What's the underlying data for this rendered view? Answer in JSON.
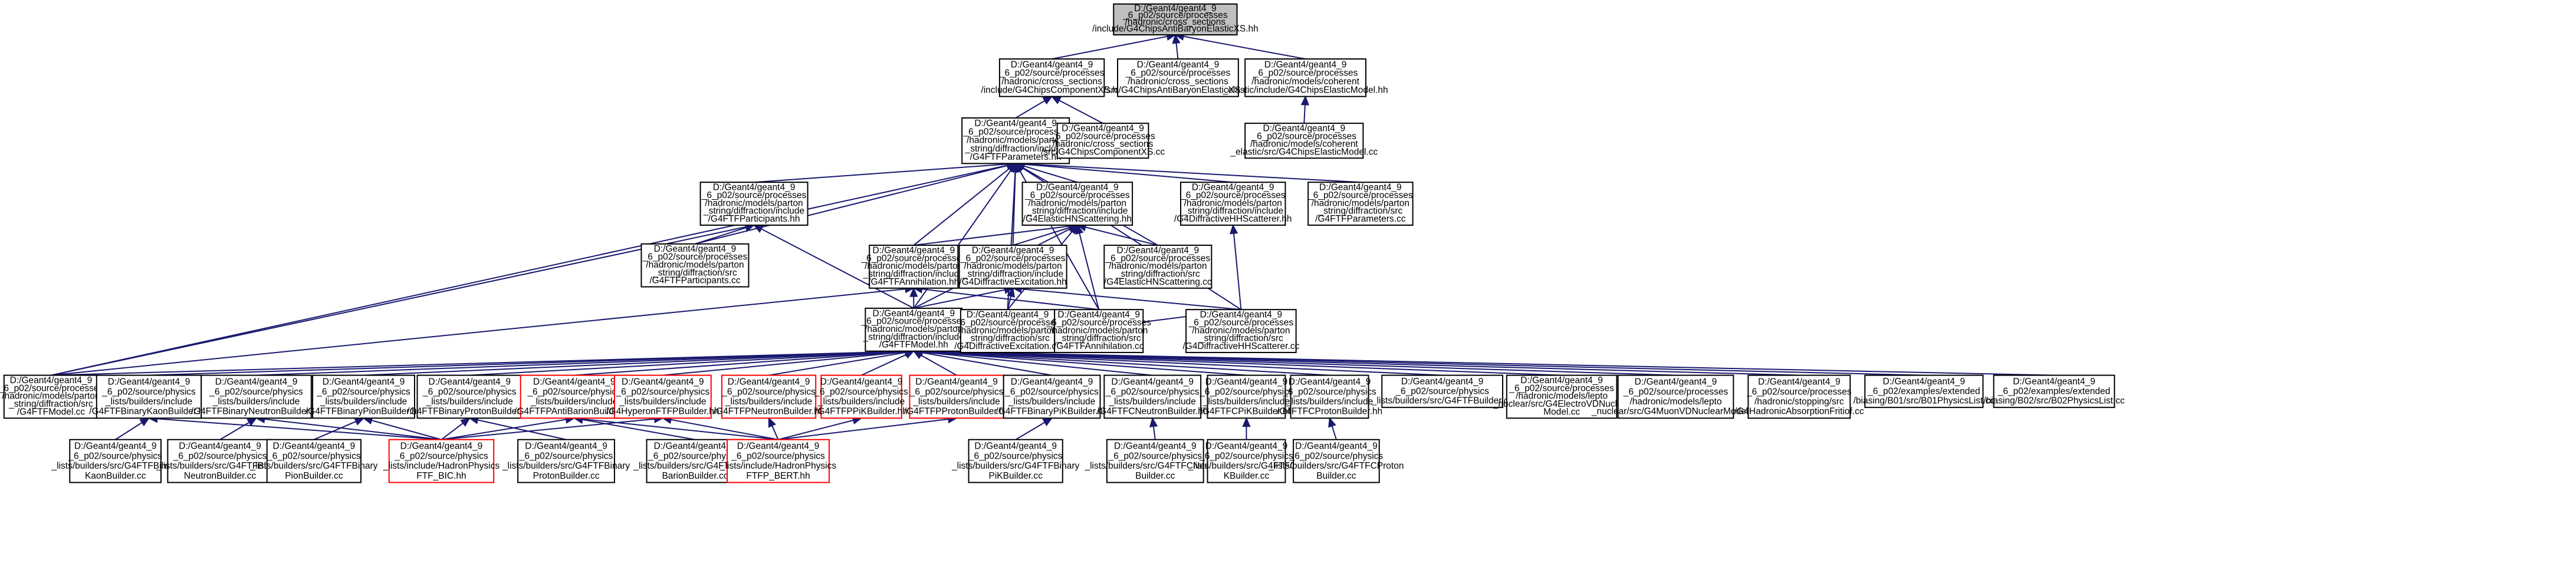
{
  "colors": {
    "edge": "#191970",
    "border_default": "#000000",
    "border_truncated": "#ff0000",
    "fill_default": "#ffffff",
    "fill_root": "#bfbfbf"
  },
  "nodes": [
    {
      "id": "n0",
      "root": true,
      "lines": [
        "D:/Geant4/geant4_9",
        "_6_p02/source/processes",
        "/hadronic/cross_sections",
        "/include/G4ChipsAntiBaryonElasticXS.hh"
      ]
    },
    {
      "id": "n1",
      "lines": [
        "D:/Geant4/geant4_9",
        "_6_p02/source/processes",
        "/hadronic/cross_sections",
        "/include/G4ChipsComponentXS.hh"
      ]
    },
    {
      "id": "n2",
      "lines": [
        "D:/Geant4/geant4_9",
        "_6_p02/source/processes",
        "/hadronic/cross_sections",
        "/src/G4ChipsAntiBaryonElasticXS.cc"
      ]
    },
    {
      "id": "n3",
      "lines": [
        "D:/Geant4/geant4_9",
        "_6_p02/source/processes",
        "/hadronic/models/coherent",
        "_elastic/include/G4ChipsElasticModel.hh"
      ]
    },
    {
      "id": "n4",
      "lines": [
        "D:/Geant4/geant4_9",
        "_6_p02/source/processes",
        "/hadronic/models/parton",
        "_string/diffraction/include",
        "/G4FTFParameters.hh"
      ]
    },
    {
      "id": "n5",
      "lines": [
        "D:/Geant4/geant4_9",
        "_6_p02/source/processes",
        "/hadronic/cross_sections",
        "/src/G4ChipsComponentXS.cc"
      ]
    },
    {
      "id": "n6",
      "lines": [
        "D:/Geant4/geant4_9",
        "_6_p02/source/processes",
        "/hadronic/models/coherent",
        "_elastic/src/G4ChipsElasticModel.cc"
      ]
    },
    {
      "id": "n7",
      "lines": [
        "D:/Geant4/geant4_9",
        "_6_p02/source/processes",
        "/hadronic/models/parton",
        "_string/diffraction/include",
        "/G4FTFParticipants.hh"
      ]
    },
    {
      "id": "n8",
      "lines": [
        "D:/Geant4/geant4_9",
        "_6_p02/source/processes",
        "/hadronic/models/parton",
        "_string/diffraction/include",
        "/G4ElasticHNScattering.hh"
      ]
    },
    {
      "id": "n9",
      "lines": [
        "D:/Geant4/geant4_9",
        "_6_p02/source/processes",
        "/hadronic/models/parton",
        "_string/diffraction/include",
        "/G4DiffractiveHHScatterer.hh"
      ]
    },
    {
      "id": "n10",
      "lines": [
        "D:/Geant4/geant4_9",
        "_6_p02/source/processes",
        "/hadronic/models/parton",
        "_string/diffraction/src",
        "/G4FTFParameters.cc"
      ]
    },
    {
      "id": "n11",
      "lines": [
        "D:/Geant4/geant4_9",
        "_6_p02/source/processes",
        "/hadronic/models/parton",
        "_string/diffraction/src",
        "/G4FTFParticipants.cc"
      ]
    },
    {
      "id": "n12",
      "lines": [
        "D:/Geant4/geant4_9",
        "_6_p02/source/processes",
        "/hadronic/models/parton",
        "_string/diffraction/include",
        "/G4FTFAnnihilation.hh"
      ]
    },
    {
      "id": "n13",
      "lines": [
        "D:/Geant4/geant4_9",
        "_6_p02/source/processes",
        "/hadronic/models/parton",
        "_string/diffraction/include",
        "/G4DiffractiveExcitation.hh"
      ]
    },
    {
      "id": "n14",
      "lines": [
        "D:/Geant4/geant4_9",
        "_6_p02/source/processes",
        "/hadronic/models/parton",
        "_string/diffraction/src",
        "/G4ElasticHNScattering.cc"
      ]
    },
    {
      "id": "n15",
      "lines": [
        "D:/Geant4/geant4_9",
        "_6_p02/source/processes",
        "/hadronic/models/parton",
        "_string/diffraction/include",
        "/G4FTFModel.hh"
      ]
    },
    {
      "id": "n16",
      "lines": [
        "D:/Geant4/geant4_9",
        "_6_p02/source/processes",
        "/hadronic/models/parton",
        "_string/diffraction/src",
        "/G4DiffractiveExcitation.cc"
      ]
    },
    {
      "id": "n17",
      "lines": [
        "D:/Geant4/geant4_9",
        "_6_p02/source/processes",
        "/hadronic/models/parton",
        "_string/diffraction/src",
        "/G4FTFAnnihilation.cc"
      ]
    },
    {
      "id": "n18",
      "lines": [
        "D:/Geant4/geant4_9",
        "_6_p02/source/processes",
        "/hadronic/models/parton",
        "_string/diffraction/src",
        "/G4DiffractiveHHScatterer.cc"
      ]
    },
    {
      "id": "n19",
      "lines": [
        "D:/Geant4/geant4_9",
        "_6_p02/source/processes",
        "/hadronic/models/parton",
        "_string/diffraction/src",
        "/G4FTFModel.cc"
      ]
    },
    {
      "id": "n20",
      "lines": [
        "D:/Geant4/geant4_9",
        "_6_p02/source/physics",
        "_lists/builders/include",
        "/G4FTFBinaryKaonBuilder.hh"
      ]
    },
    {
      "id": "n21",
      "lines": [
        "D:/Geant4/geant4_9",
        "_6_p02/source/physics",
        "_lists/builders/include",
        "/G4FTFBinaryNeutronBuilder.hh"
      ]
    },
    {
      "id": "n22",
      "lines": [
        "D:/Geant4/geant4_9",
        "_6_p02/source/physics",
        "_lists/builders/include",
        "/G4FTFBinaryPionBuilder.hh"
      ]
    },
    {
      "id": "n23",
      "lines": [
        "D:/Geant4/geant4_9",
        "_6_p02/source/physics",
        "_lists/builders/include",
        "/G4FTFBinaryProtonBuilder.hh"
      ]
    },
    {
      "id": "n24",
      "truncated": true,
      "lines": [
        "D:/Geant4/geant4_9",
        "_6_p02/source/physics",
        "_lists/builders/include",
        "/G4FTFPAntiBarionBuilder.hh"
      ]
    },
    {
      "id": "n25",
      "truncated": true,
      "lines": [
        "D:/Geant4/geant4_9",
        "_6_p02/source/physics",
        "_lists/builders/include",
        "/G4HyperonFTFPBuilder.hh"
      ]
    },
    {
      "id": "n26",
      "truncated": true,
      "lines": [
        "D:/Geant4/geant4_9",
        "_6_p02/source/physics",
        "_lists/builders/include",
        "/G4FTFPNeutronBuilder.hh"
      ]
    },
    {
      "id": "n27",
      "truncated": true,
      "lines": [
        "D:/Geant4/geant4_9",
        "_6_p02/source/physics",
        "_lists/builders/include",
        "/G4FTFPPiKBuilder.hh"
      ]
    },
    {
      "id": "n28",
      "truncated": true,
      "lines": [
        "D:/Geant4/geant4_9",
        "_6_p02/source/physics",
        "_lists/builders/include",
        "/G4FTFPProtonBuilder.hh"
      ]
    },
    {
      "id": "n29",
      "lines": [
        "D:/Geant4/geant4_9",
        "_6_p02/source/physics",
        "_lists/builders/include",
        "/G4FTFBinaryPiKBuilder.hh"
      ]
    },
    {
      "id": "n30",
      "lines": [
        "D:/Geant4/geant4_9",
        "_6_p02/source/physics",
        "_lists/builders/include",
        "/G4FTFCNeutronBuilder.hh"
      ]
    },
    {
      "id": "n31",
      "lines": [
        "D:/Geant4/geant4_9",
        "_6_p02/source/physics",
        "_lists/builders/include",
        "/G4FTFCPiKBuilder.hh"
      ]
    },
    {
      "id": "n32",
      "lines": [
        "D:/Geant4/geant4_9",
        "_6_p02/source/physics",
        "_lists/builders/include",
        "/G4FTFCProtonBuilder.hh"
      ]
    },
    {
      "id": "n33",
      "lines": [
        "D:/Geant4/geant4_9",
        "_6_p02/source/physics",
        "_lists/builders/src/G4FTFBuilder.cc"
      ]
    },
    {
      "id": "n34",
      "lines": [
        "D:/Geant4/geant4_9",
        "_6_p02/source/processes",
        "/hadronic/models/lepto",
        "_nuclear/src/G4ElectroVDNuclear",
        "Model.cc"
      ]
    },
    {
      "id": "n35",
      "lines": [
        "D:/Geant4/geant4_9",
        "_6_p02/source/processes",
        "/hadronic/models/lepto",
        "_nuclear/src/G4MuonVDNuclearModel.cc"
      ]
    },
    {
      "id": "n36",
      "lines": [
        "D:/Geant4/geant4_9",
        "_6_p02/source/processes",
        "/hadronic/stopping/src",
        "/G4HadronicAbsorptionFritiof.cc"
      ]
    },
    {
      "id": "n37",
      "lines": [
        "D:/Geant4/geant4_9",
        "_6_p02/examples/extended",
        "/biasing/B01/src/B01PhysicsList.cc"
      ]
    },
    {
      "id": "n38",
      "lines": [
        "D:/Geant4/geant4_9",
        "_6_p02/examples/extended",
        "/biasing/B02/src/B02PhysicsList.cc"
      ]
    },
    {
      "id": "n39",
      "lines": [
        "D:/Geant4/geant4_9",
        "_6_p02/source/physics",
        "_lists/builders/src/G4FTFBinary",
        "KaonBuilder.cc"
      ]
    },
    {
      "id": "n40",
      "lines": [
        "D:/Geant4/geant4_9",
        "_6_p02/source/physics",
        "_lists/builders/src/G4FTFBinary",
        "NeutronBuilder.cc"
      ]
    },
    {
      "id": "n41",
      "lines": [
        "D:/Geant4/geant4_9",
        "_6_p02/source/physics",
        "_lists/builders/src/G4FTFBinary",
        "PionBuilder.cc"
      ]
    },
    {
      "id": "n42",
      "truncated": true,
      "lines": [
        "D:/Geant4/geant4_9",
        "_6_p02/source/physics",
        "_lists/include/HadronPhysics",
        "FTF_BIC.hh"
      ]
    },
    {
      "id": "n43",
      "lines": [
        "D:/Geant4/geant4_9",
        "_6_p02/source/physics",
        "_lists/builders/src/G4FTFBinary",
        "ProtonBuilder.cc"
      ]
    },
    {
      "id": "n44",
      "lines": [
        "D:/Geant4/geant4_9",
        "_6_p02/source/physics",
        "_lists/builders/src/G4FTFPAnti",
        "BarionBuilder.cc"
      ]
    },
    {
      "id": "n45",
      "truncated": true,
      "lines": [
        "D:/Geant4/geant4_9",
        "_6_p02/source/physics",
        "_lists/include/HadronPhysics",
        "FTFP_BERT.hh"
      ]
    },
    {
      "id": "n46",
      "lines": [
        "D:/Geant4/geant4_9",
        "_6_p02/source/physics",
        "_lists/builders/src/G4FTFBinary",
        "PiKBuilder.cc"
      ]
    },
    {
      "id": "n47",
      "lines": [
        "D:/Geant4/geant4_9",
        "_6_p02/source/physics",
        "_lists/builders/src/G4FTFCNeutron",
        "Builder.cc"
      ]
    },
    {
      "id": "n48",
      "lines": [
        "D:/Geant4/geant4_9",
        "_6_p02/source/physics",
        "_lists/builders/src/G4FTFCPi",
        "KBuilder.cc"
      ]
    },
    {
      "id": "n49",
      "lines": [
        "D:/Geant4/geant4_9",
        "_6_p02/source/physics",
        "_lists/builders/src/G4FTFCProton",
        "Builder.cc"
      ]
    }
  ],
  "edges": [
    [
      "n1",
      "n0"
    ],
    [
      "n2",
      "n0"
    ],
    [
      "n3",
      "n0"
    ],
    [
      "n4",
      "n1"
    ],
    [
      "n5",
      "n1"
    ],
    [
      "n6",
      "n3"
    ],
    [
      "n7",
      "n4"
    ],
    [
      "n8",
      "n4"
    ],
    [
      "n9",
      "n4"
    ],
    [
      "n10",
      "n4"
    ],
    [
      "n11",
      "n4"
    ],
    [
      "n12",
      "n4"
    ],
    [
      "n13",
      "n4"
    ],
    [
      "n14",
      "n4"
    ],
    [
      "n15",
      "n4"
    ],
    [
      "n16",
      "n4"
    ],
    [
      "n17",
      "n4"
    ],
    [
      "n18",
      "n4"
    ],
    [
      "n19",
      "n4"
    ],
    [
      "n11",
      "n7"
    ],
    [
      "n15",
      "n7"
    ],
    [
      "n19",
      "n7"
    ],
    [
      "n12",
      "n8"
    ],
    [
      "n13",
      "n8"
    ],
    [
      "n14",
      "n8"
    ],
    [
      "n15",
      "n8"
    ],
    [
      "n16",
      "n8"
    ],
    [
      "n17",
      "n8"
    ],
    [
      "n18",
      "n9"
    ],
    [
      "n15",
      "n12"
    ],
    [
      "n17",
      "n12"
    ],
    [
      "n19",
      "n12"
    ],
    [
      "n15",
      "n13"
    ],
    [
      "n16",
      "n13"
    ],
    [
      "n18",
      "n13"
    ],
    [
      "n18",
      "n15"
    ],
    [
      "n19",
      "n15"
    ],
    [
      "n20",
      "n15"
    ],
    [
      "n21",
      "n15"
    ],
    [
      "n22",
      "n15"
    ],
    [
      "n23",
      "n15"
    ],
    [
      "n24",
      "n15"
    ],
    [
      "n25",
      "n15"
    ],
    [
      "n26",
      "n15"
    ],
    [
      "n27",
      "n15"
    ],
    [
      "n28",
      "n15"
    ],
    [
      "n29",
      "n15"
    ],
    [
      "n30",
      "n15"
    ],
    [
      "n31",
      "n15"
    ],
    [
      "n32",
      "n15"
    ],
    [
      "n33",
      "n15"
    ],
    [
      "n34",
      "n15"
    ],
    [
      "n35",
      "n15"
    ],
    [
      "n36",
      "n15"
    ],
    [
      "n37",
      "n15"
    ],
    [
      "n38",
      "n15"
    ],
    [
      "n39",
      "n20"
    ],
    [
      "n42",
      "n20"
    ],
    [
      "n40",
      "n21"
    ],
    [
      "n42",
      "n21"
    ],
    [
      "n41",
      "n22"
    ],
    [
      "n42",
      "n22"
    ],
    [
      "n42",
      "n23"
    ],
    [
      "n43",
      "n23"
    ],
    [
      "n44",
      "n24"
    ],
    [
      "n42",
      "n24"
    ],
    [
      "n45",
      "n24"
    ],
    [
      "n42",
      "n25"
    ],
    [
      "n45",
      "n25"
    ],
    [
      "n45",
      "n26"
    ],
    [
      "n45",
      "n27"
    ],
    [
      "n45",
      "n28"
    ],
    [
      "n46",
      "n29"
    ],
    [
      "n47",
      "n30"
    ],
    [
      "n48",
      "n31"
    ],
    [
      "n49",
      "n32"
    ]
  ]
}
